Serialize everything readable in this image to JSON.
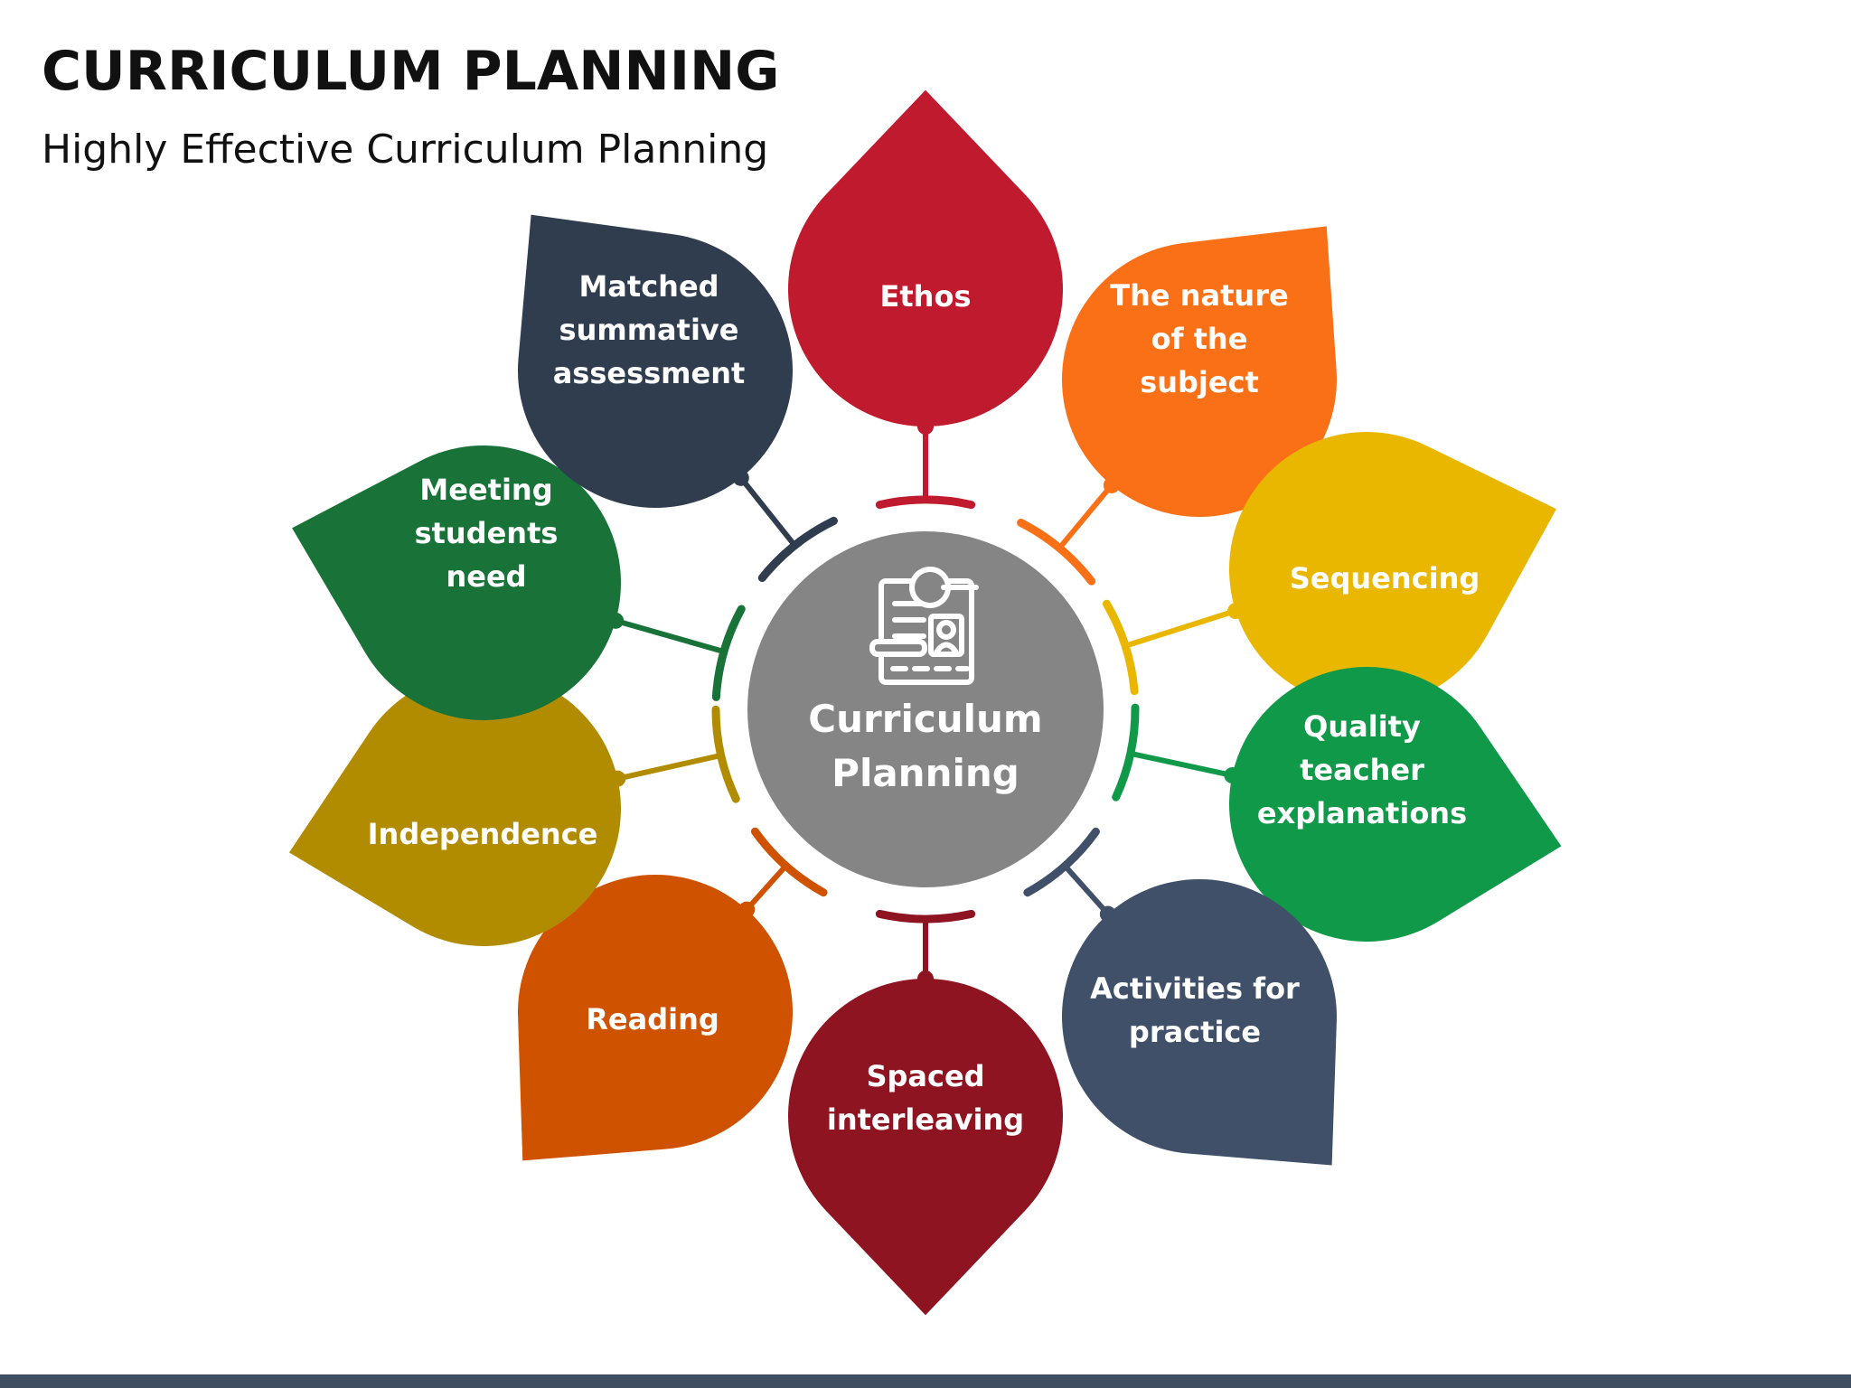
{
  "title": "CURRICULUM PLANNING",
  "subtitle": "Highly Effective Curriculum Planning",
  "center": {
    "lines": [
      "Curriculum",
      "Planning"
    ],
    "color": "#858585",
    "icon": "curriculum-document-icon"
  },
  "petals": [
    {
      "id": "ethos",
      "lines": [
        "Ethos"
      ],
      "color": "#bf1a2d"
    },
    {
      "id": "nature-of-subject",
      "lines": [
        "The nature",
        "of the",
        "subject"
      ],
      "color": "#f97017"
    },
    {
      "id": "sequencing",
      "lines": [
        "Sequencing"
      ],
      "color": "#e9b700"
    },
    {
      "id": "quality-teacher-explanations",
      "lines": [
        "Quality",
        "teacher",
        "explanations"
      ],
      "color": "#11994a"
    },
    {
      "id": "activities-for-practice",
      "lines": [
        "Activities for",
        "practice"
      ],
      "color": "#3f5068"
    },
    {
      "id": "spaced-interleaving",
      "lines": [
        "Spaced",
        "interleaving"
      ],
      "color": "#8e1421"
    },
    {
      "id": "reading",
      "lines": [
        "Reading"
      ],
      "color": "#cf5200"
    },
    {
      "id": "independence",
      "lines": [
        "Independence"
      ],
      "color": "#b18c00"
    },
    {
      "id": "meeting-students-need",
      "lines": [
        "Meeting",
        "students",
        "need"
      ],
      "color": "#197238"
    },
    {
      "id": "matched-summative-assessment",
      "lines": [
        "Matched",
        "summative",
        "assessment"
      ],
      "color": "#2f3d4e"
    }
  ]
}
